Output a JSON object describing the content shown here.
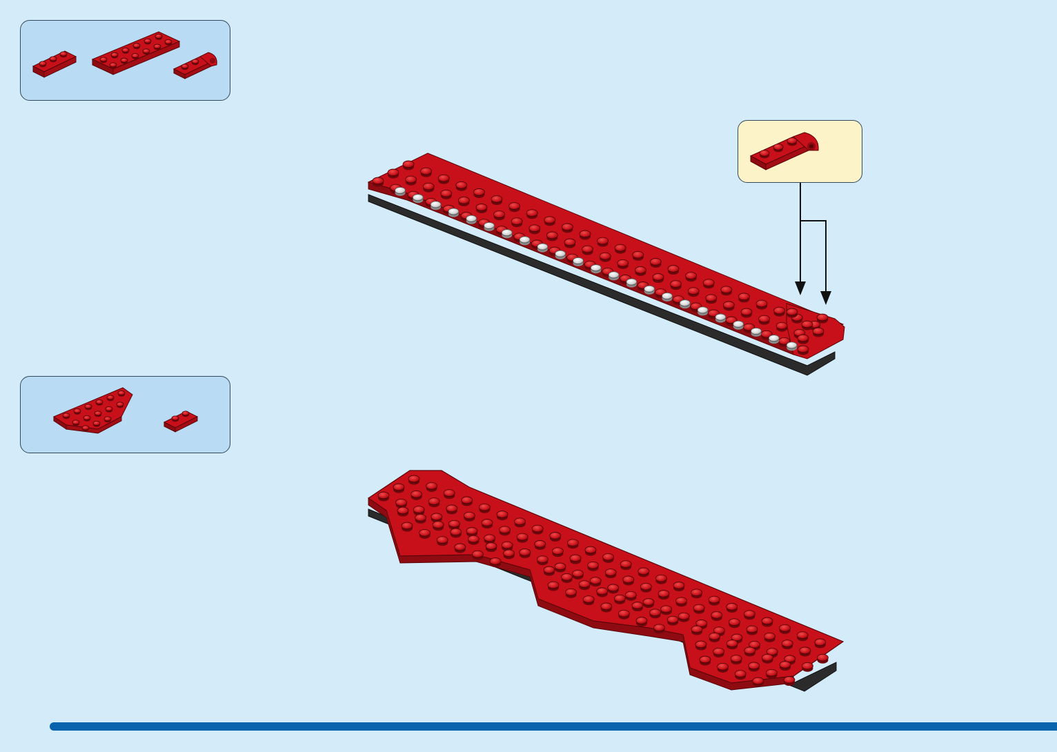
{
  "page": {
    "page_number": ""
  },
  "colors": {
    "background": "#d4ebf9",
    "parts_box": "#b9dcf4",
    "callout_box": "#fdf3c9",
    "brick_red": "#c8101a",
    "brick_red_dark": "#8e0b12",
    "brick_black": "#2b2b2b",
    "bottom_bar": "#0a64ad"
  },
  "parts_list_1": {
    "items": [
      "plate-1x3",
      "plate-2x6",
      "plate-1x2-with-clip"
    ]
  },
  "parts_list_2": {
    "items": [
      "wedge-plate-3x6",
      "plate-1x2"
    ]
  },
  "callout": {
    "item": "plate-1x2-with-clip",
    "quantity_arrows": 2
  },
  "step_a": {
    "description_icon": "assembly-red-black-long-plate"
  },
  "step_b": {
    "description_icon": "assembly-red-wing-plate"
  }
}
